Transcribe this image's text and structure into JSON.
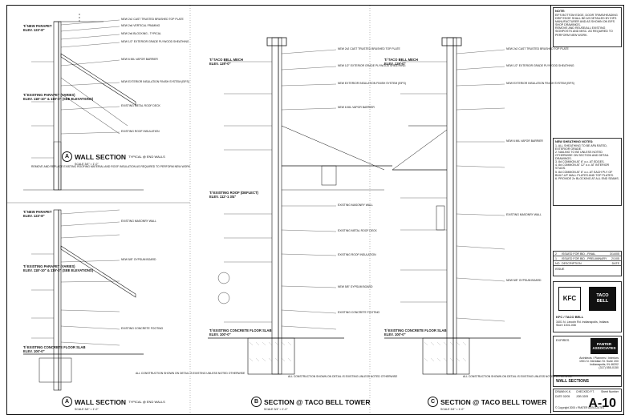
{
  "sections": {
    "a_upper": {
      "letter": "A",
      "title": "WALL SECTION",
      "subtitle": "TYPICAL @ END WALLS",
      "scale": "SCALE 3/4\" = 1'-0\""
    },
    "a_lower": {
      "letter": "A",
      "title": "WALL SECTION",
      "subtitle": "TYPICAL @ END WALLS",
      "scale": "SCALE 3/4\" = 1'-0\""
    },
    "b": {
      "letter": "B",
      "title": "SECTION @ TACO BELL TOWER",
      "scale": "SCALE 3/4\" = 1'-0\""
    },
    "c": {
      "letter": "C",
      "title": "SECTION @ TACO BELL TOWER",
      "scale": "SCALE 3/4\" = 1'-0\""
    }
  },
  "elevations": {
    "parapet": "T/ NEW PARAPET",
    "parapet_elev": "ELEV. 123'-8\"",
    "existing_parapet": "T/ EXISTING PARAPET (VARIES)",
    "existing_parapet_elev": "ELEV. 118'-10\" & 119'-3\" (SEE ELEVATIONS)",
    "floor": "T/ EXISTING CONCRETE FLOOR SLAB",
    "floor_elev": "ELEV. 100'-0\"",
    "tower_top": "T/ TACO BELL MECH",
    "tower_top_elev": "ELEV. 129'-0\"",
    "tower_roof": "T/ EXISTING ROOF (DEFLECT)",
    "tower_roof_elev": "ELEV. 112'-1 3/4\""
  },
  "callouts": [
    "NEW 2x2 CAST TRUSTED BRUSHED TOP PLATE",
    "NEW 2x6 VERTICAL FRAMING",
    "NEW 2x6 BLOCKING - TYPICAL",
    "NEW 1/2\" EXTERIOR GRADE PLYWOOD SHEATHING",
    "NEW 6 MIL VAPOR BARRIER",
    "NEW EXTERIOR INSULATION FINISH SYSTEM (EIFS)",
    "EXISTING METAL ROOF DECK",
    "EXISTING ROOF INSULATION",
    "EXISTING MASONRY WALL",
    "NEW 5/8\" GYPSUM BOARD",
    "EXISTING CONCRETE FOOTING",
    "REMOVE AND REPLACE EXISTING ROOFING MATERIAL AND ROOF INSULATION AS REQUIRED TO PERFORM NEW WORK",
    "ALL CONSTRUCTION SHOWN ON DETAIL IS EXISTING UNLESS NOTED OTHERWISE"
  ],
  "title_block": {
    "notes_title": "NOTE:",
    "notes": "EIFS BOTTOM EDGE, DOOR TRIMS/HEADING DRIP EDGE SHALL BE AS DETAILED BY EIFS MANUFACTURER AND AS SHOWN ON EIFS SHOP DRAWINGS.\nREMOVE AND REUSE/ALL EXISTING SIGNPOSTS AND MISC. AS REQUIRED TO PERFORM NEW WORK.",
    "description_title": "NEW SHEATHING NOTES:",
    "description": "1. ALL SHEATHING TO BE APA RATED, EXTERIOR GRADE.\n2. NAILING TO BE UNLESS NOTED OTHERWISE ON SECTION AND DETAIL DRAWINGS.\n3. 8d COMMON AT 6\" o.c. AT EDGES.\n4. 8d COMMON AT 12\" o.c. AT INTERIOR STUDS.\n5. 8d COMMON AT 6\" o.c. AT EACH PLY OF BUILT-UP WALL PLATES AND TOP PLATES.\n6. PROVIDE 2x BLOCKING AT ALL END SEAMS.",
    "issues": [
      {
        "no": "2",
        "description": "ISSUED FOR BID - FINAL",
        "date": "3/14/05"
      },
      {
        "no": "1",
        "description": "ISSUED FOR BID - PRELIMINARY",
        "date": "2/1/05"
      },
      {
        "no": "NO.",
        "description": "DESCRIPTION",
        "date": "DATE"
      }
    ],
    "issue_header": "ISSUE",
    "client_name": "KFC / TACO BELL",
    "client_address": "3401 N. Lincoln Rd. Indianapolis, Indiana\nStore 1001-008",
    "logo_kfc": "KFC",
    "logo_taco": "TACO\nBELL",
    "firm_name": "PANTER\nASSOCIATES",
    "firm_detail": "Architects / Planners / Interiors\n1901 N. Meridian St. Suite 200\nIndianapolis, IN 46202\n(317) 555-0150",
    "expires_label": "EXPIRES",
    "sheet_title": "WALL SECTIONS",
    "drawn_label": "DRAWN",
    "drawn_value": "K.K.",
    "checked_label": "CHECKED",
    "checked_value": "P.T.",
    "date_label": "DATE",
    "date_value": "02/05",
    "job_label": "JOB",
    "job_value": "0209",
    "sheet_number_label": "Sheet Number",
    "sheet_number": "A-10",
    "copyright": "© Copyright 2005 • PANTER ASSOCIATES"
  }
}
